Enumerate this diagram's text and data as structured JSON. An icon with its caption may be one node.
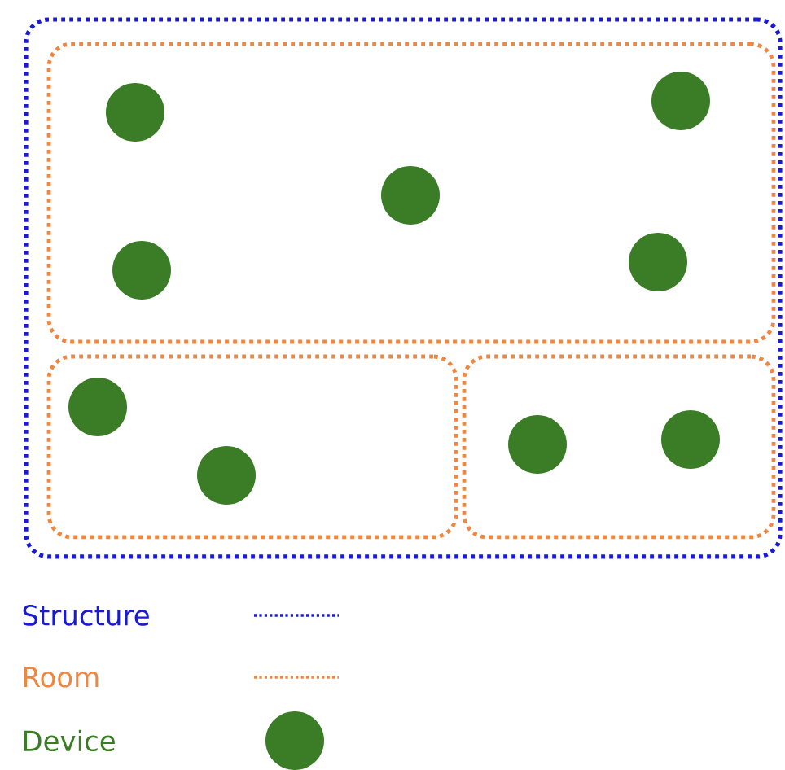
{
  "diagram": {
    "nodes": [
      {
        "text": [],
        "shape": "box"
      },
      {
        "text": [],
        "shape": "box",
        "in": 0
      },
      {
        "text": [],
        "shape": "circle",
        "in": 1
      },
      {
        "text": [],
        "shape": "circle",
        "in": 1
      },
      {
        "text": [],
        "shape": "circle",
        "in": 1
      },
      {
        "text": [],
        "shape": "circle",
        "in": 1
      },
      {
        "text": [],
        "shape": "circle",
        "in": 1
      },
      {
        "text": [],
        "shape": "box",
        "in": 0
      },
      {
        "text": [],
        "shape": "circle",
        "in": 7
      },
      {
        "text": [],
        "shape": "circle",
        "in": 7
      },
      {
        "text": [],
        "shape": "box",
        "in": 0
      },
      {
        "text": [],
        "shape": "circle",
        "in": 10
      },
      {
        "text": [],
        "shape": "circle",
        "in": 10
      }
    ],
    "legend": [
      {
        "text": "Structure"
      },
      {
        "text": "Room"
      },
      {
        "text": "Device"
      }
    ]
  }
}
